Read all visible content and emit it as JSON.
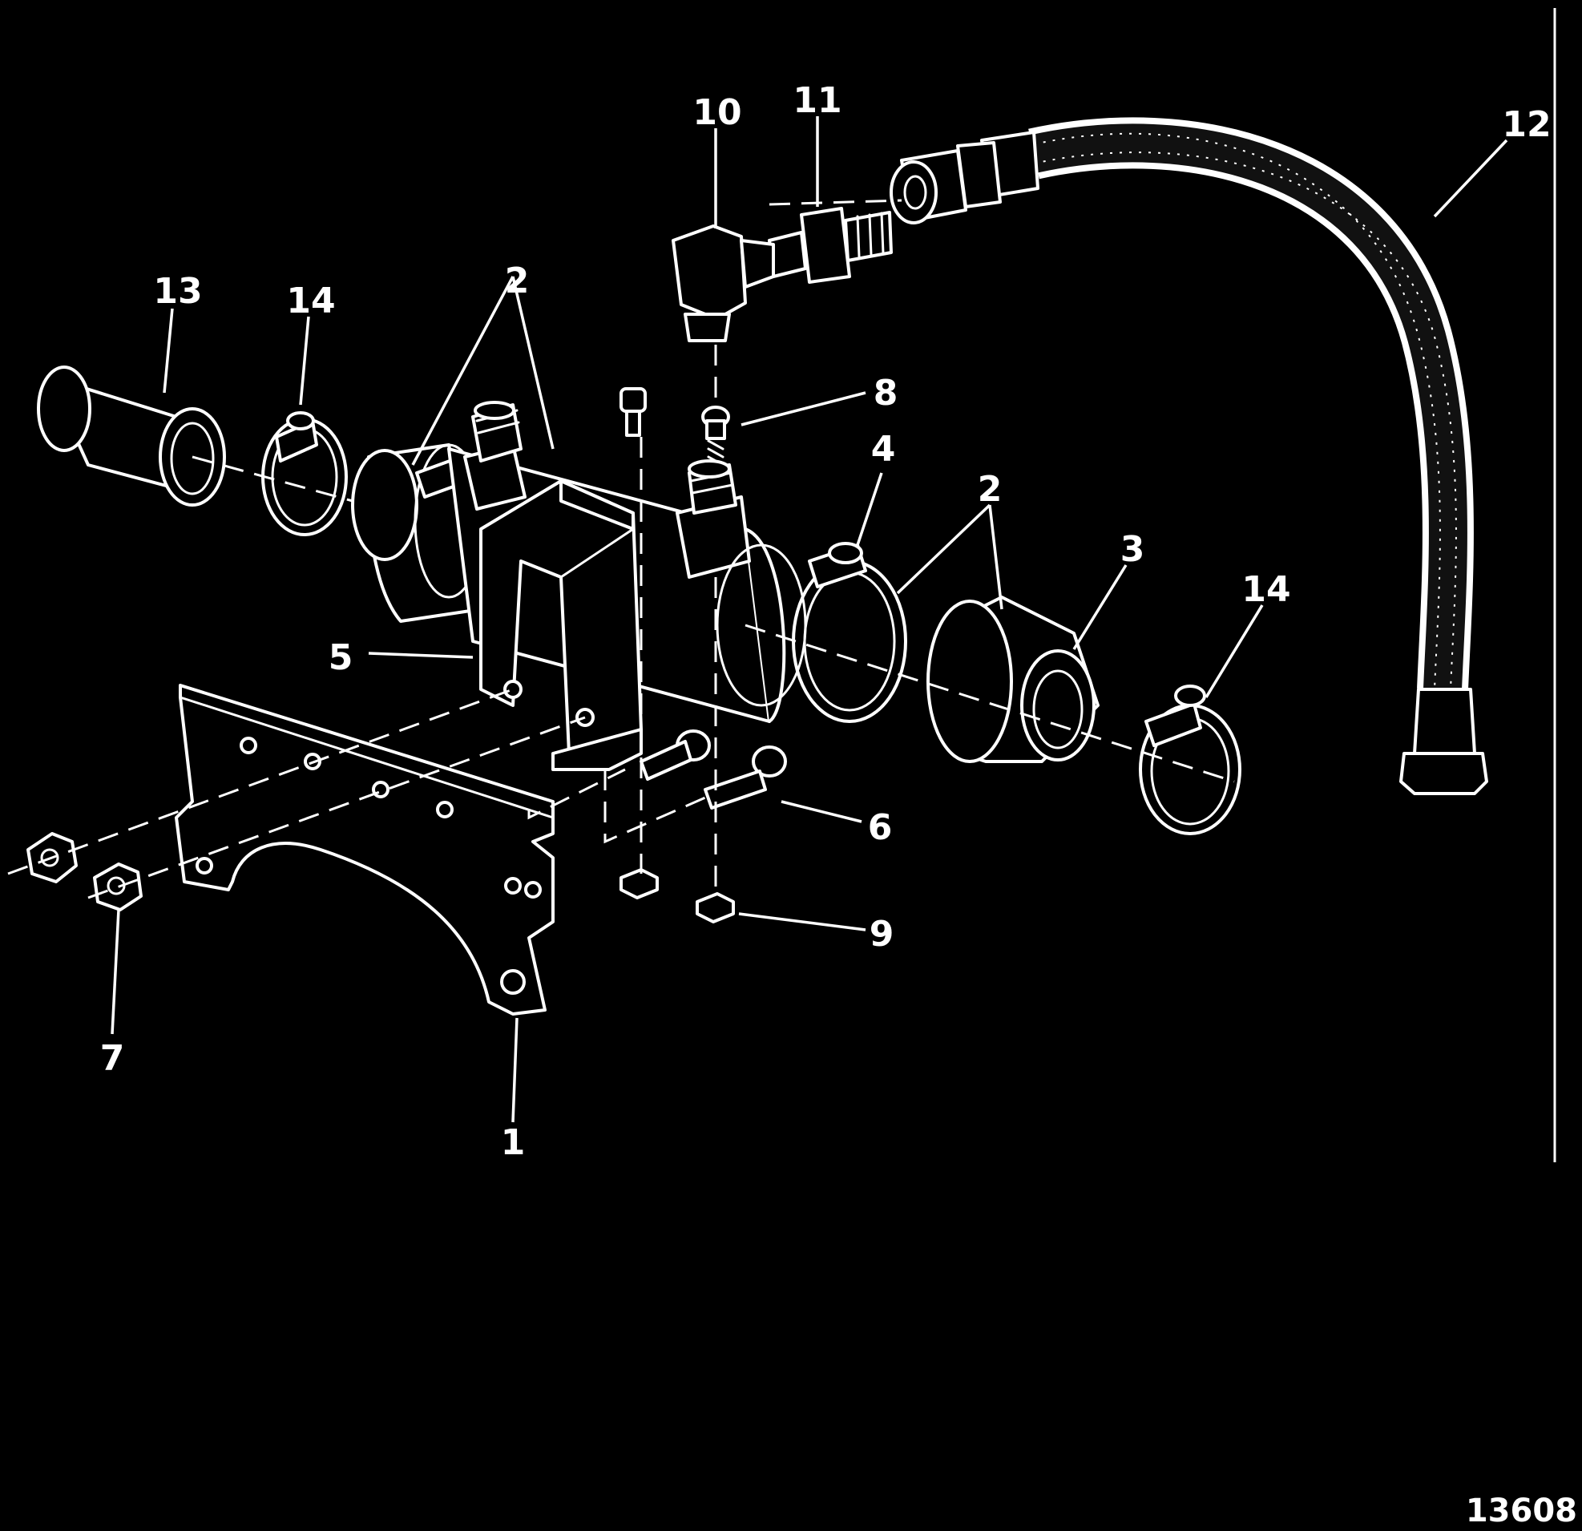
{
  "figure_number": "13608",
  "callouts": [
    {
      "id": "1",
      "label": "1"
    },
    {
      "id": "2a",
      "label": "2"
    },
    {
      "id": "2b",
      "label": "2"
    },
    {
      "id": "3",
      "label": "3"
    },
    {
      "id": "4",
      "label": "4"
    },
    {
      "id": "5",
      "label": "5"
    },
    {
      "id": "6",
      "label": "6"
    },
    {
      "id": "7",
      "label": "7"
    },
    {
      "id": "8",
      "label": "8"
    },
    {
      "id": "9",
      "label": "9"
    },
    {
      "id": "10",
      "label": "10"
    },
    {
      "id": "11",
      "label": "11"
    },
    {
      "id": "12",
      "label": "12"
    },
    {
      "id": "13",
      "label": "13"
    },
    {
      "id": "14a",
      "label": "14"
    },
    {
      "id": "14b",
      "label": "14"
    }
  ],
  "colors": {
    "background": "#000000",
    "linework": "#ffffff"
  }
}
